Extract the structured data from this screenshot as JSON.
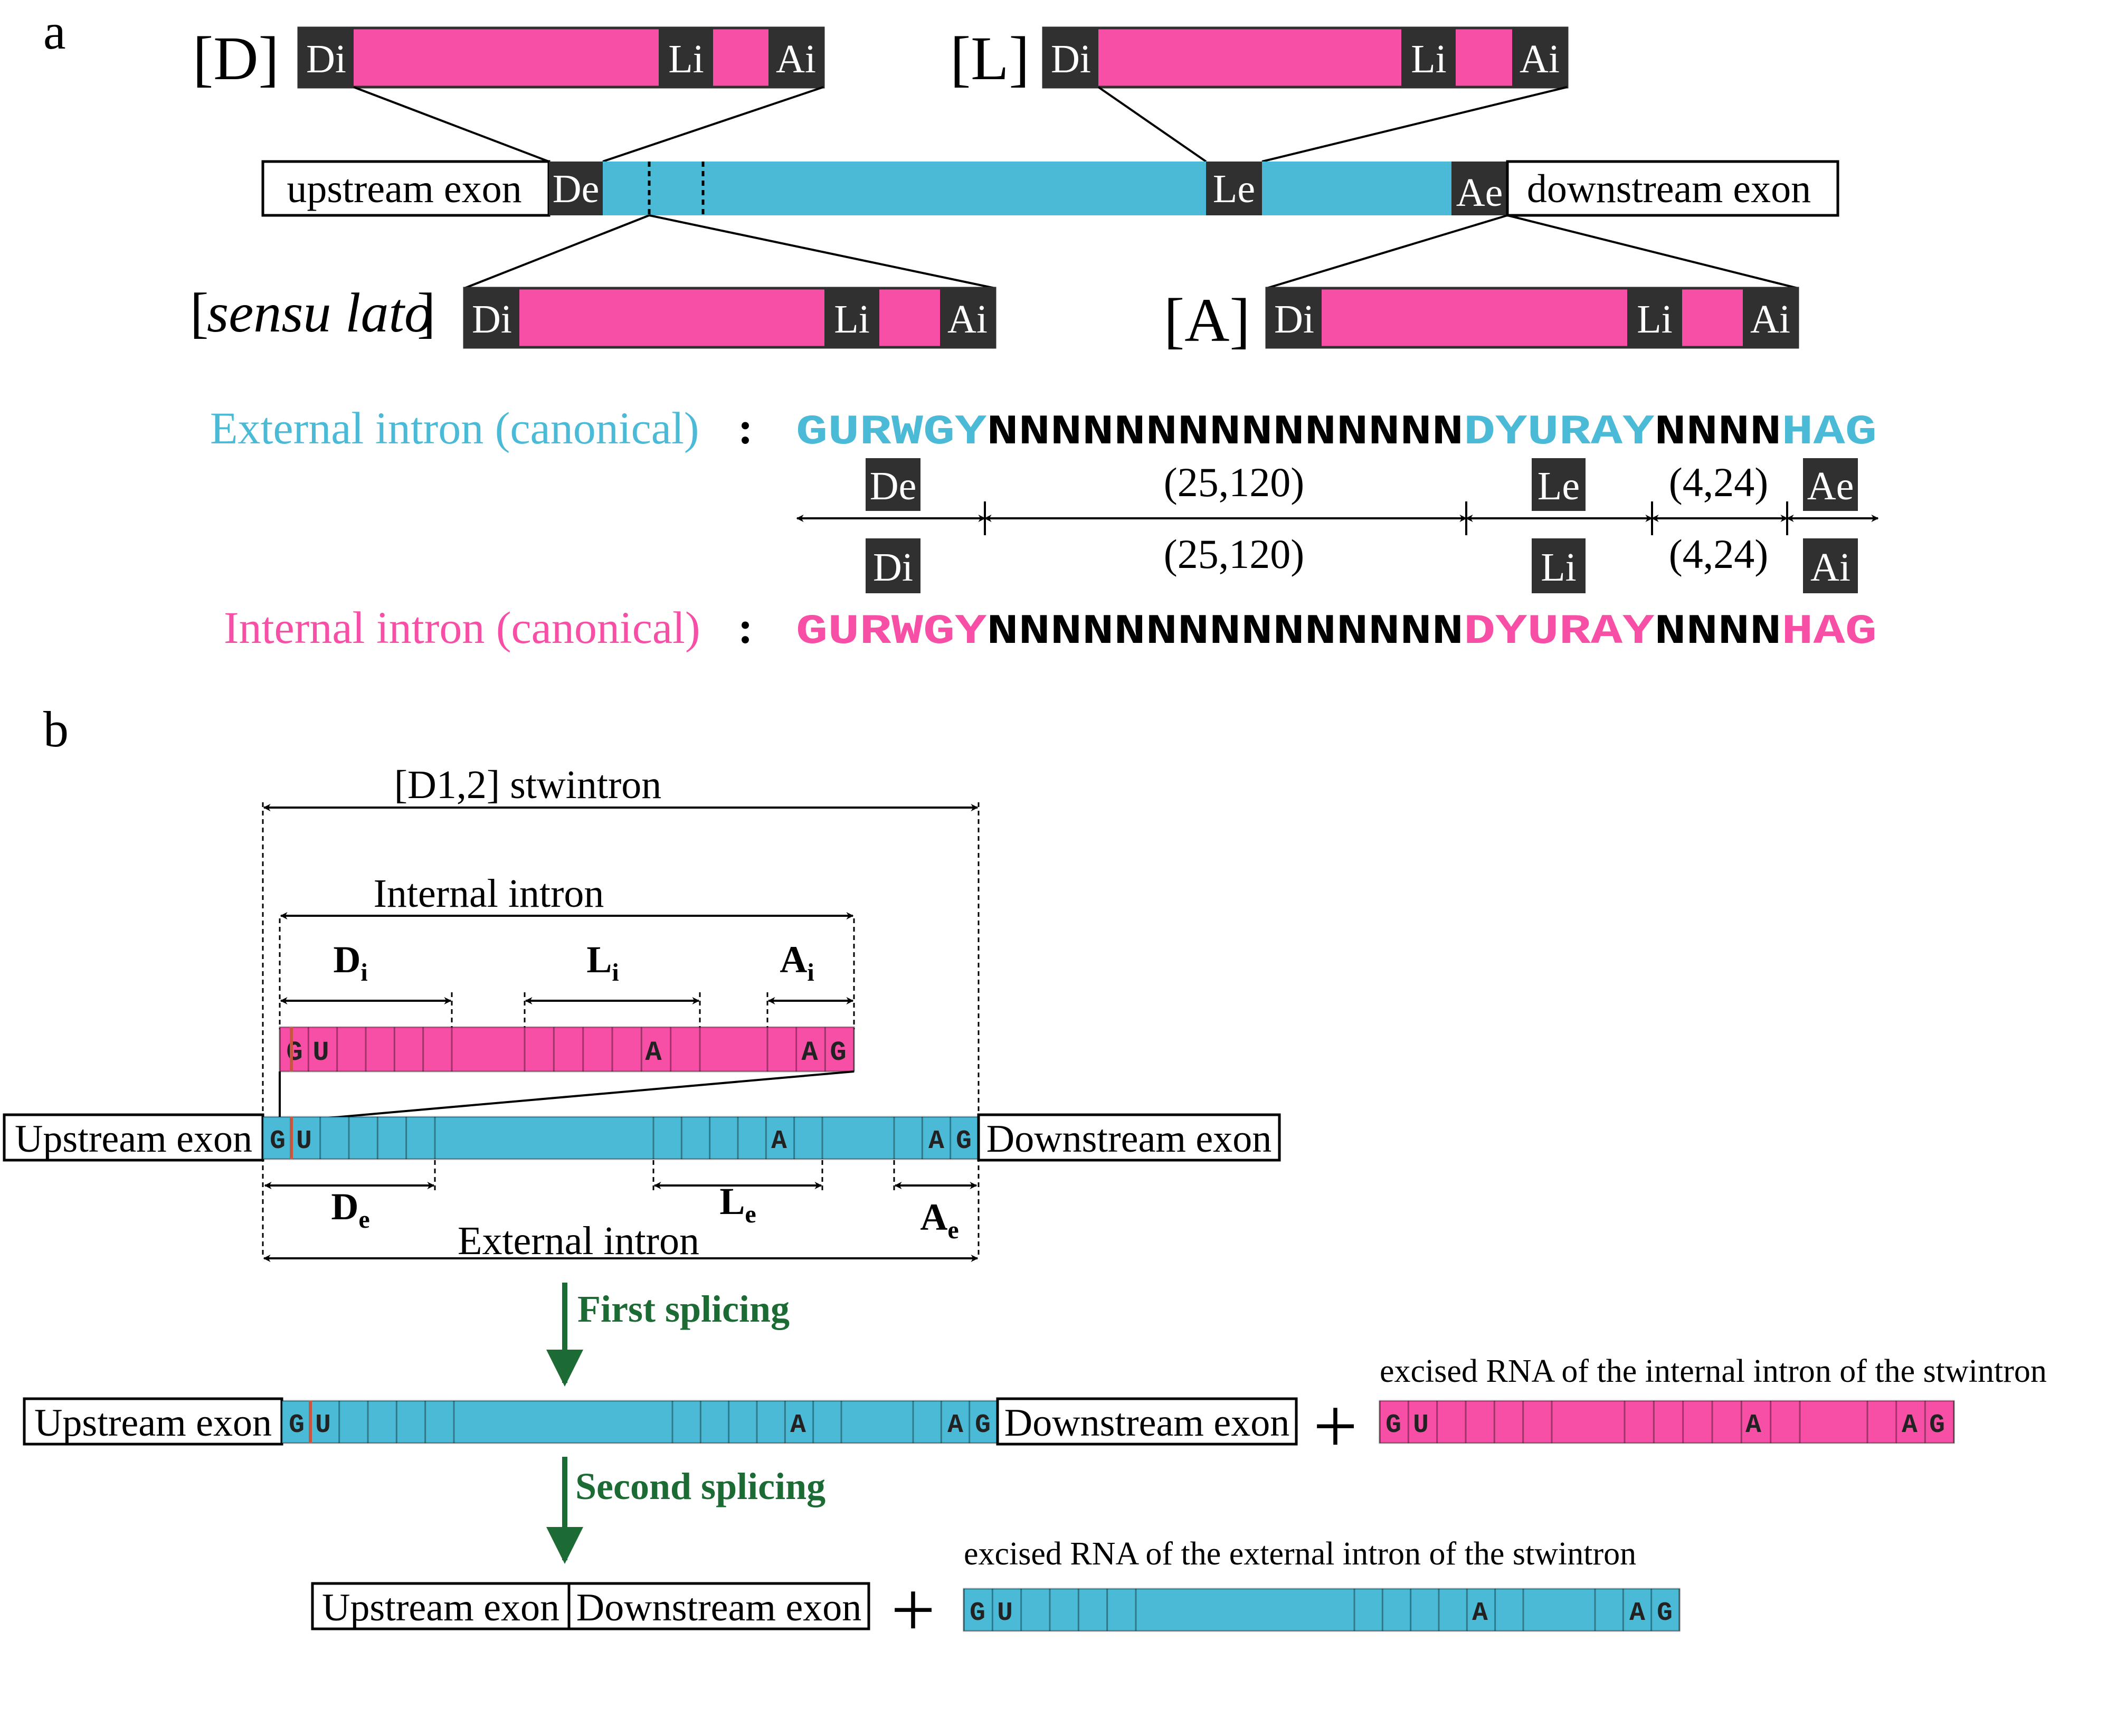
{
  "colors": {
    "pink": "#f74fa5",
    "cyan": "#4bbad6",
    "dark_box": "#303030",
    "green": "#1c6b34",
    "black": "#000000",
    "white": "#ffffff"
  },
  "panel_a": {
    "label": "a",
    "variants": {
      "D": "[D]",
      "L": "[L]",
      "sensu_lato": "sensu lato",
      "A": "[A]"
    },
    "internal_labels": {
      "di": "Di",
      "li": "Li",
      "ai": "Ai"
    },
    "main_bar": {
      "upstream": "upstream exon",
      "downstream": "downstream exon",
      "de": "De",
      "le": "Le",
      "ae": "Ae"
    },
    "external_label": "External intron (canonical)",
    "internal_label": "Internal intron (canonical)",
    "colon": ":",
    "seq": {
      "donor": "GURWGY",
      "n_long": "NNNNNNNNNNNNNNN",
      "lariat": "DYURAY",
      "n_short": "NNNN",
      "acceptor": "HAG"
    },
    "ranges": {
      "long": "(25,120)",
      "short": "(4,24)"
    }
  },
  "panel_b": {
    "label": "b",
    "stwintron_label": "[D1,2] stwintron",
    "internal_intron_label": "Internal intron",
    "external_intron_label": "External intron",
    "sub_letters": {
      "d": "D",
      "l": "L",
      "a": "A",
      "i": "i",
      "e": "e"
    },
    "nt": {
      "gu": "GU",
      "a": "A",
      "ag": "AG",
      "g": "G",
      "u": "U"
    },
    "upstream_exon": "Upstream exon",
    "downstream_exon": "Downstream exon",
    "first_splicing": "First splicing",
    "second_splicing": "Second splicing",
    "plus": "+",
    "excised_internal": "excised RNA of the internal intron of the stwintron",
    "excised_external": "excised RNA of the external intron of the stwintron"
  }
}
